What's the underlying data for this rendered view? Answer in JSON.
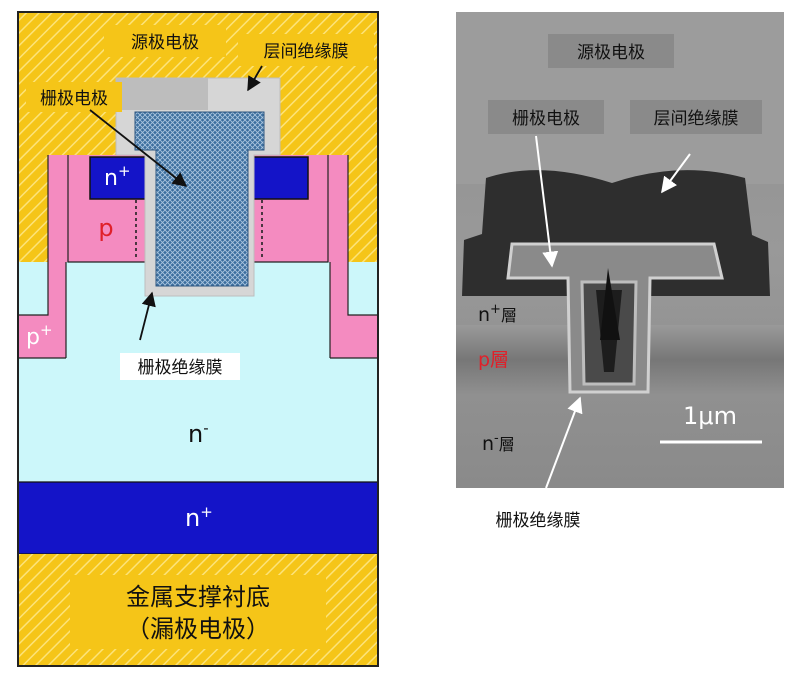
{
  "schematic": {
    "source_electrode": "源极电极",
    "interlayer_insulator": "层间绝缘膜",
    "gate_electrode": "栅极电极",
    "gate_insulator": "栅极绝缘膜",
    "n_plus_source": "n",
    "n_plus_source_sup": "+",
    "p_body": "p",
    "p_plus": "p",
    "p_plus_sup": "+",
    "n_minus_drift": "n",
    "n_minus_sup": "-",
    "n_plus_substrate": "n",
    "n_plus_substrate_sup": "+",
    "metal_substrate_line1": "金属支撑衬底",
    "metal_substrate_line2": "（漏极电极）"
  },
  "micrograph": {
    "source_electrode": "源极电极",
    "gate_electrode": "栅极电极",
    "interlayer_insulator": "层间绝缘膜",
    "n_plus_layer": "n",
    "n_plus_layer_sup": "+",
    "n_plus_layer_suffix": "層",
    "p_layer": "p層",
    "n_minus_layer": "n",
    "n_minus_layer_sup": "-",
    "n_minus_layer_suffix": "層",
    "scale_bar": "1μm",
    "gate_insulator_caption": "栅极绝缘膜"
  },
  "colors": {
    "gold": "#f5c518",
    "pink": "#f48bc0",
    "light_cyan": "#ccf7fa",
    "dark_blue": "#1414c8",
    "gate_blue": "#3c6e9e",
    "insulator_gray": "#d6d6d6",
    "p_label_red": "#e0202a"
  }
}
